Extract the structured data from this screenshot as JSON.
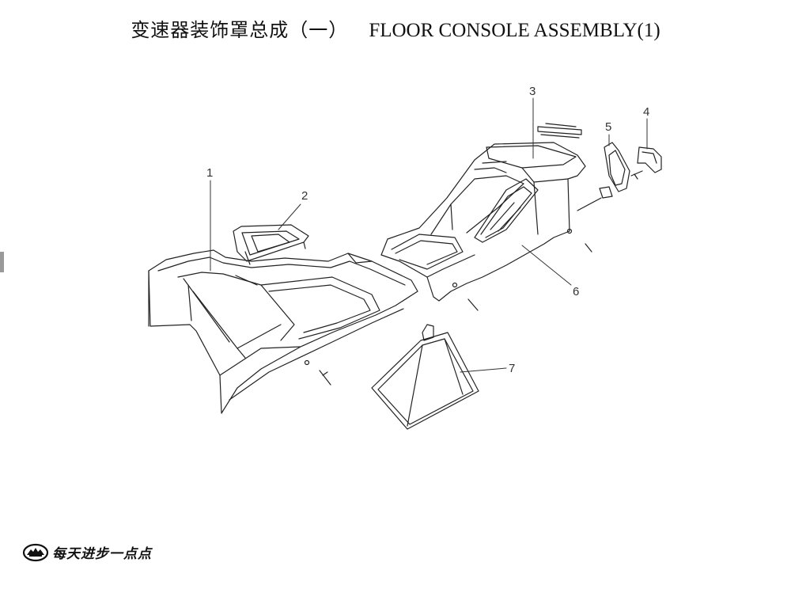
{
  "title": {
    "cn": "变速器装饰罩总成（一）",
    "en": "FLOOR CONSOLE ASSEMBLY(1)"
  },
  "callouts": [
    "1",
    "2",
    "3",
    "4",
    "5",
    "6",
    "7"
  ],
  "footer": {
    "logo_icon": "great-wall-emblem-icon",
    "slogan": "每天进步一点点"
  }
}
